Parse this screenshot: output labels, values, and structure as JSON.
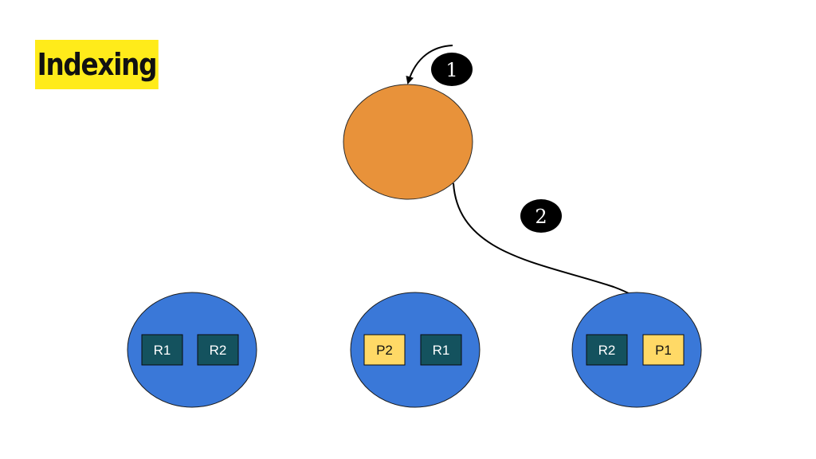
{
  "title": "Indexing",
  "colors": {
    "title_bg": "#ffeb1a",
    "coordinator_node": "#e8923a",
    "data_node": "#3a78d8",
    "replica_shard": "#14525e",
    "primary_shard": "#ffd966",
    "step_marker": "#000000"
  },
  "steps": [
    {
      "label": "1"
    },
    {
      "label": "2"
    }
  ],
  "nodes": [
    {
      "shards": [
        {
          "label": "R1",
          "kind": "replica"
        },
        {
          "label": "R2",
          "kind": "replica"
        }
      ]
    },
    {
      "shards": [
        {
          "label": "P2",
          "kind": "primary"
        },
        {
          "label": "R1",
          "kind": "replica"
        }
      ]
    },
    {
      "shards": [
        {
          "label": "R2",
          "kind": "replica"
        },
        {
          "label": "P1",
          "kind": "primary"
        }
      ]
    }
  ]
}
